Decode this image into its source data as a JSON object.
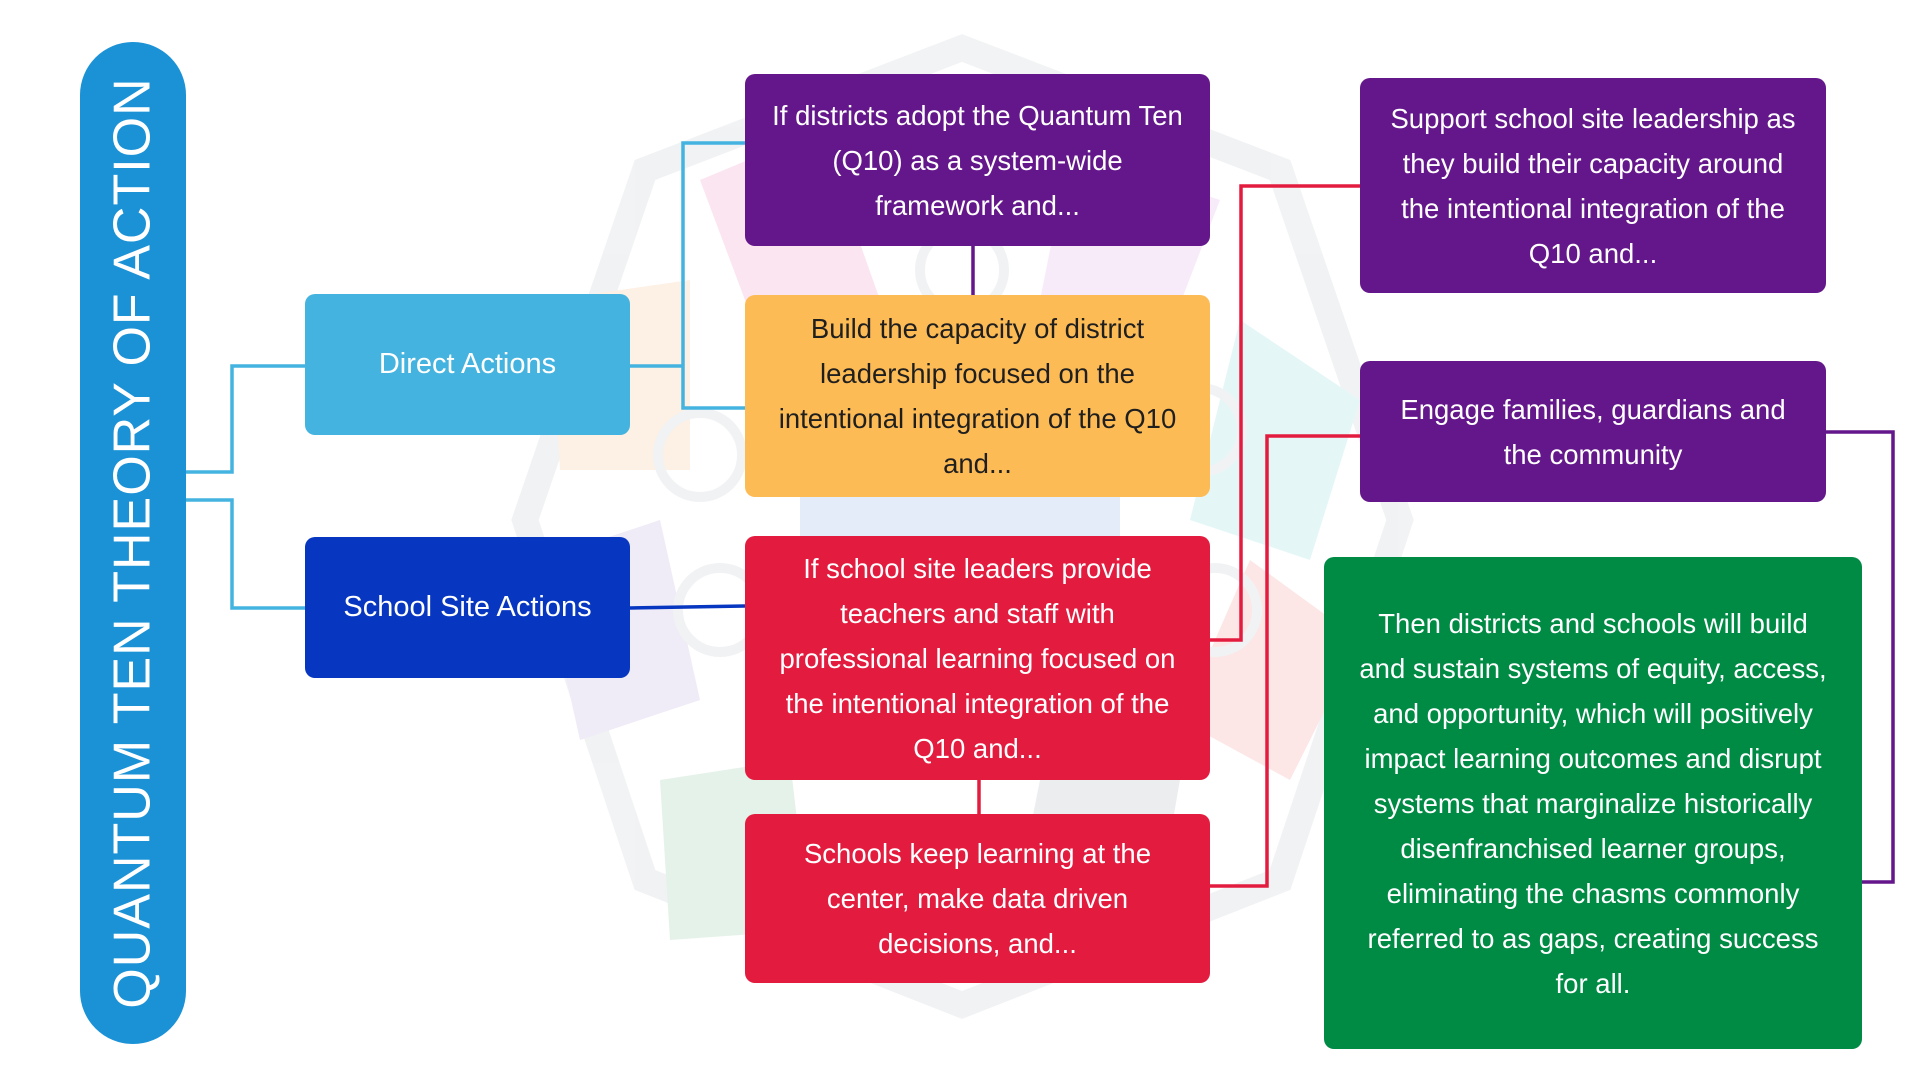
{
  "title": "QUANTUM TEN THEORY OF ACTION",
  "branches": {
    "direct_actions": "Direct Actions",
    "school_site_actions": "School Site Actions"
  },
  "steps": {
    "district_adopt": "If districts adopt the Quantum Ten (Q10) as a system-wide framework and...",
    "build_capacity": "Build the capacity of district leadership focused on the intentional integration of the Q10 and...",
    "school_leaders_provide": "If school site leaders provide teachers and staff with professional learning focused on the intentional integration of the Q10 and...",
    "schools_keep_learning": "Schools keep learning at the center, make data driven decisions, and...",
    "support_school_leadership": "Support school site leadership as they build their capacity around the intentional integration of the Q10 and...",
    "engage_families": "Engage families, guardians and the community",
    "outcome": "Then districts and schools will build and sustain systems of equity, access, and opportunity, which will positively impact learning outcomes and disrupt systems that marginalize historically disenfranchised learner groups, eliminating the chasms commonly referred to as gaps, creating success for all."
  },
  "colors": {
    "title_pill": "#1b92d6",
    "direct_actions": "#44b3df",
    "school_site_actions": "#0737c1",
    "purple": "#64178a",
    "yellow": "#fdbb55",
    "red": "#e31c3f",
    "green": "#008b45",
    "connector_cyan": "#44b3df",
    "connector_blue": "#0737c1",
    "connector_red": "#e31c3f",
    "connector_purple": "#64178a"
  }
}
